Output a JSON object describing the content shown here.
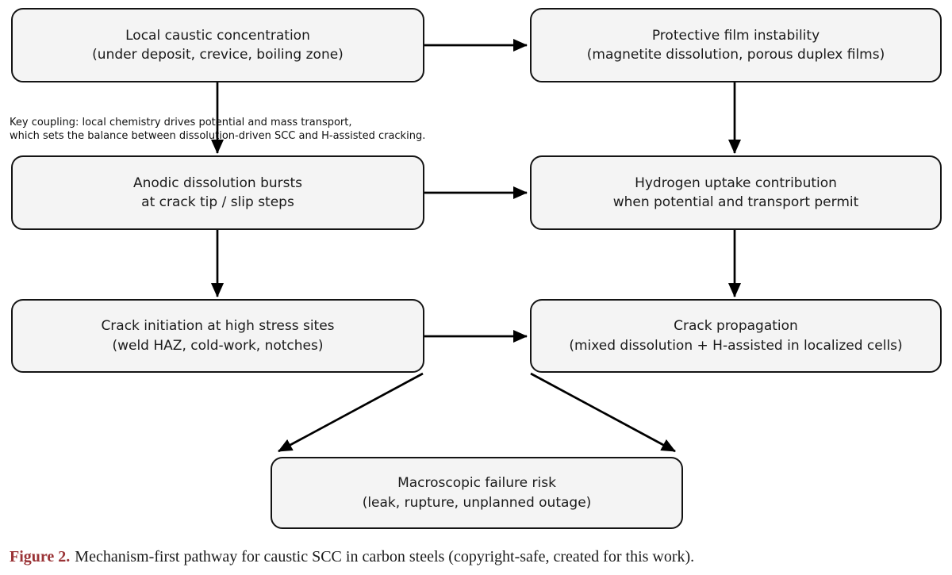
{
  "diagram": {
    "boxes": [
      {
        "name": "local-caustic",
        "line1": "Local caustic concentration",
        "line2": "(under deposit, crevice, boiling zone)"
      },
      {
        "name": "film-instability",
        "line1": "Protective film instability",
        "line2": "(magnetite dissolution, porous duplex films)"
      },
      {
        "name": "anodic-dissolution",
        "line1": "Anodic dissolution bursts",
        "line2": "at crack tip / slip steps"
      },
      {
        "name": "hydrogen-uptake",
        "line1": "Hydrogen uptake contribution",
        "line2": "when potential and transport permit"
      },
      {
        "name": "crack-initiation",
        "line1": "Crack initiation at high stress sites",
        "line2": "(weld HAZ, cold-work, notches)"
      },
      {
        "name": "crack-propagation",
        "line1": "Crack propagation",
        "line2": "(mixed dissolution + H-assisted in localized cells)"
      },
      {
        "name": "failure-risk",
        "line1": "Macroscopic failure risk",
        "line2": "(leak, rupture, unplanned outage)"
      }
    ],
    "annotation": {
      "line1": "Key coupling: local chemistry drives potential and mass transport,",
      "line2": "which sets the balance between dissolution-driven SCC and H-assisted cracking."
    },
    "arrows": [
      "local-caustic to film-instability",
      "local-caustic to anodic-dissolution",
      "film-instability to hydrogen-uptake",
      "anodic-dissolution to hydrogen-uptake",
      "anodic-dissolution to crack-initiation",
      "hydrogen-uptake to crack-propagation",
      "crack-initiation to crack-propagation",
      "crack-initiation to failure-risk",
      "crack-propagation to failure-risk"
    ],
    "colors": {
      "box_fill": "#f4f4f4",
      "box_border": "#141414",
      "arrow": "#000000",
      "text": "#1a1a1a",
      "caption_label": "#9a3336"
    }
  },
  "caption": {
    "label": "Figure 2.",
    "text": "Mechanism-first pathway for caustic SCC in carbon steels (copyright-safe, created for this work)."
  }
}
